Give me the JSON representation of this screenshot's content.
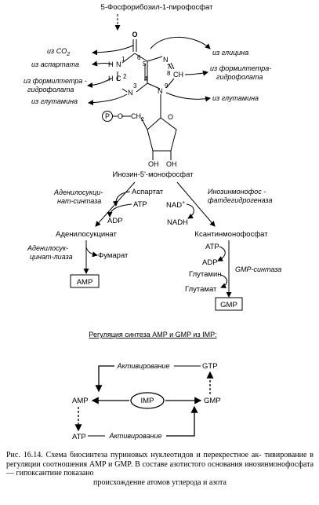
{
  "top": {
    "prpp": "5-Фосфорибозил-1-пирофосфат"
  },
  "ring": {
    "atoms": {
      "O": "O",
      "N1": "N",
      "N3": "N",
      "N7": "N",
      "N9": "N",
      "C2": "C",
      "CH": "CH",
      "H_n1": "H",
      "H_c2": "H"
    },
    "numbers": {
      "n1": "1",
      "n2": "2",
      "n3": "3",
      "n4": "4",
      "n5": "5",
      "n6": "6",
      "n7": "7",
      "n8": "8",
      "n9": "9"
    },
    "sources": {
      "co2": "из CO",
      "co2_sub": "2",
      "aspartate": "из аспартата",
      "formyl_left_1": "из формилтетра -",
      "formyl_left_2": "гидрофолата",
      "glutamine_left": "из глутамина",
      "glycine": "из глицина",
      "formyl_right_1": "из формилтетра-",
      "formyl_right_2": "гидрофолата",
      "glutamine_right": "из глутамина"
    },
    "sugar": {
      "P": "P",
      "O_link": "O",
      "CH2": "CH",
      "CH2_sub": "2",
      "O_ring": "O",
      "OH1": "OH",
      "OH2": "OH"
    },
    "imp_name": "Инозин-5'-монофосфат"
  },
  "amp_branch": {
    "enzyme1_1": "Аденилосукци-",
    "enzyme1_2": "нат-синтаза",
    "aspartate": "Аспартат",
    "atp": "ATP",
    "adp": "ADP",
    "intermediate": "Аденилосукцинат",
    "enzyme2_1": "Аденилосук-",
    "enzyme2_2": "цинат-лиаза",
    "fumarate": "Фумарат",
    "product": "AMP"
  },
  "gmp_branch": {
    "enzyme1_1": "Инозинмонофос -",
    "enzyme1_2": "фатдегидрогеназа",
    "nad": "NAD",
    "nad_sup": "+",
    "nadh": "NADH",
    "intermediate": "Ксантинмонофосфат",
    "atp": "ATP",
    "adp": "ADP",
    "glutamine": "Глутамин",
    "glutamate": "Глутамат",
    "enzyme2": "GMP-синтаза",
    "product": "GMP"
  },
  "regulation": {
    "title": "Регуляция синтеза AMP и GMP из  IMP:",
    "activation_top": "Активирование",
    "activation_bottom": "Активирование",
    "gtp": "GTP",
    "amp": "AMP",
    "imp": "IMP",
    "gmp": "GMP",
    "atp": "ATP"
  },
  "caption": {
    "line1": "Рис. 16.14. Схема биосинтеза пуриновых нуклеотидов и перекрестное ак-",
    "line2": "тивирование в регуляции соотношения AMP и GMP. В составе азотистого",
    "line3": "основания инозинмонофосфата — гипоксантине показано",
    "line4": "происхождение атомов углерода и азота"
  }
}
